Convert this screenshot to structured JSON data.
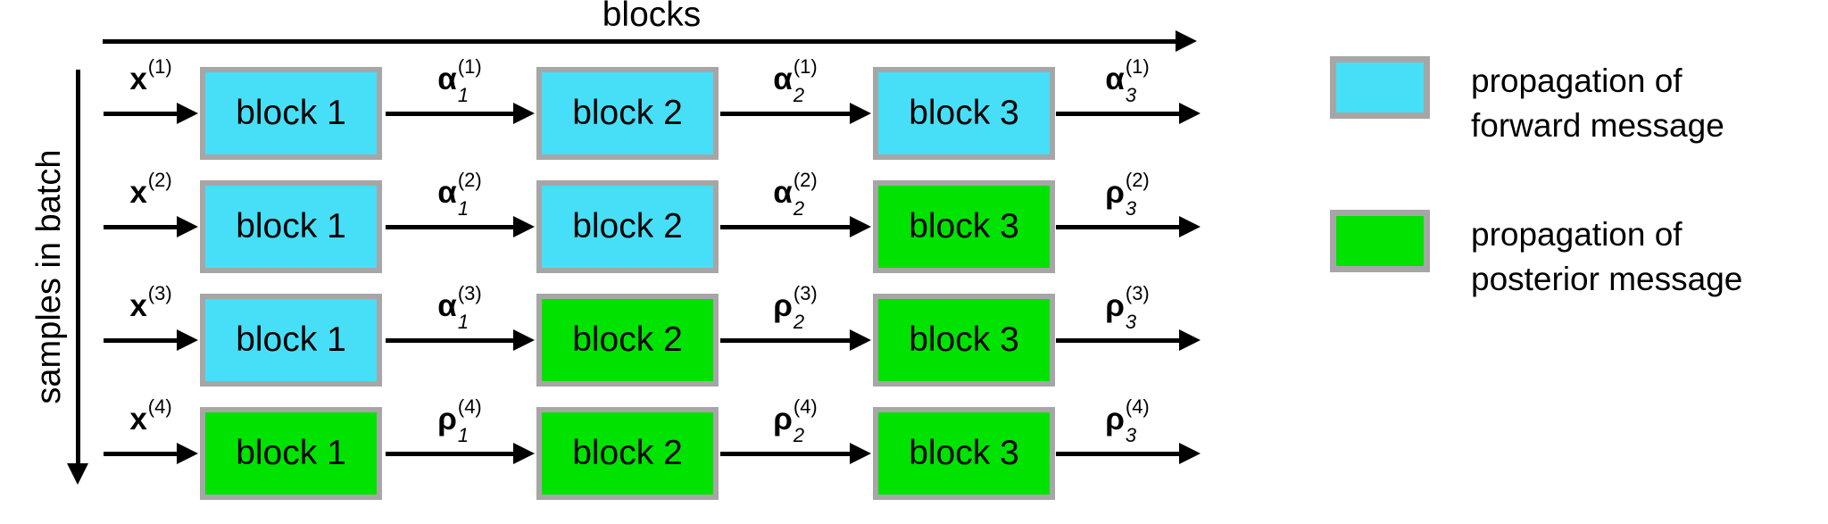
{
  "axes": {
    "top_label": "blocks",
    "left_label": "samples in batch"
  },
  "colors": {
    "forward": "#47DFF7",
    "posterior": "#00E200",
    "border": "#A6A6A6",
    "arrow": "#000000"
  },
  "rows": [
    {
      "input": {
        "symbol": "x",
        "sup": "(1)",
        "sub": ""
      },
      "blocks": [
        {
          "label": "block 1",
          "type": "forward"
        },
        {
          "label": "block 2",
          "type": "forward"
        },
        {
          "label": "block 3",
          "type": "forward"
        }
      ],
      "messages": [
        {
          "symbol": "α",
          "sub": "1",
          "sup": "(1)"
        },
        {
          "symbol": "α",
          "sub": "2",
          "sup": "(1)"
        },
        {
          "symbol": "α",
          "sub": "3",
          "sup": "(1)"
        }
      ]
    },
    {
      "input": {
        "symbol": "x",
        "sup": "(2)",
        "sub": ""
      },
      "blocks": [
        {
          "label": "block 1",
          "type": "forward"
        },
        {
          "label": "block 2",
          "type": "forward"
        },
        {
          "label": "block 3",
          "type": "posterior"
        }
      ],
      "messages": [
        {
          "symbol": "α",
          "sub": "1",
          "sup": "(2)"
        },
        {
          "symbol": "α",
          "sub": "2",
          "sup": "(2)"
        },
        {
          "symbol": "ρ",
          "sub": "3",
          "sup": "(2)"
        }
      ]
    },
    {
      "input": {
        "symbol": "x",
        "sup": "(3)",
        "sub": ""
      },
      "blocks": [
        {
          "label": "block 1",
          "type": "forward"
        },
        {
          "label": "block 2",
          "type": "posterior"
        },
        {
          "label": "block 3",
          "type": "posterior"
        }
      ],
      "messages": [
        {
          "symbol": "α",
          "sub": "1",
          "sup": "(3)"
        },
        {
          "symbol": "ρ",
          "sub": "2",
          "sup": "(3)"
        },
        {
          "symbol": "ρ",
          "sub": "3",
          "sup": "(3)"
        }
      ]
    },
    {
      "input": {
        "symbol": "x",
        "sup": "(4)",
        "sub": ""
      },
      "blocks": [
        {
          "label": "block 1",
          "type": "posterior"
        },
        {
          "label": "block 2",
          "type": "posterior"
        },
        {
          "label": "block 3",
          "type": "posterior"
        }
      ],
      "messages": [
        {
          "symbol": "ρ",
          "sub": "1",
          "sup": "(4)"
        },
        {
          "symbol": "ρ",
          "sub": "2",
          "sup": "(4)"
        },
        {
          "symbol": "ρ",
          "sub": "3",
          "sup": "(4)"
        }
      ]
    }
  ],
  "legend": {
    "items": [
      {
        "type": "forward",
        "lines": [
          "propagation of",
          "forward message"
        ]
      },
      {
        "type": "posterior",
        "lines": [
          "propagation of",
          "posterior message"
        ]
      }
    ]
  }
}
